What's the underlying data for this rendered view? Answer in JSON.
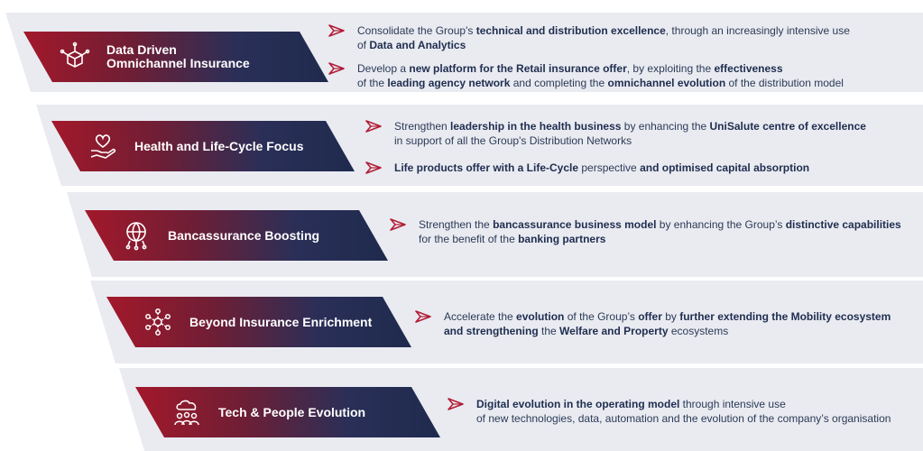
{
  "rows": [
    {
      "title_line1": "Data Driven",
      "title_line2": "Omnichannel Insurance",
      "icon": "cube-network-icon",
      "bullets": [
        {
          "segments": [
            {
              "t": "Consolidate the Group's "
            },
            {
              "t": "technical and distribution excellence",
              "b": true
            },
            {
              "t": ", through an increasingly intensive use"
            },
            {
              "br": true
            },
            {
              "t": "of "
            },
            {
              "t": "Data and Analytics",
              "b": true
            }
          ]
        },
        {
          "segments": [
            {
              "t": "Develop a "
            },
            {
              "t": "new platform for the Retail insurance offer",
              "b": true
            },
            {
              "t": ", by exploiting the "
            },
            {
              "t": "effectiveness",
              "b": true
            },
            {
              "br": true
            },
            {
              "t": "of the "
            },
            {
              "t": "leading agency network",
              "b": true
            },
            {
              "t": " and completing the "
            },
            {
              "t": "omnichannel evolution",
              "b": true
            },
            {
              "t": " of the distribution model"
            }
          ]
        }
      ]
    },
    {
      "title_line1": "Health and Life-Cycle Focus",
      "icon": "heart-hand-icon",
      "bullets": [
        {
          "segments": [
            {
              "t": "Strengthen "
            },
            {
              "t": "leadership in the health business",
              "b": true
            },
            {
              "t": " by enhancing the "
            },
            {
              "t": "UniSalute centre of excellence",
              "b": true
            },
            {
              "br": true
            },
            {
              "t": "in support of all the Group's Distribution Networks"
            }
          ]
        },
        {
          "segments": [
            {
              "t": "Life products offer with a Life-Cycle",
              "b": true
            },
            {
              "t": " perspective "
            },
            {
              "t": "and optimised capital absorption",
              "b": true
            }
          ]
        }
      ]
    },
    {
      "title_line1": "Bancassurance Boosting",
      "icon": "globe-network-icon",
      "bullets": [
        {
          "segments": [
            {
              "t": "Strengthen the "
            },
            {
              "t": "bancassurance business model",
              "b": true
            },
            {
              "t": " by enhancing the Group’s "
            },
            {
              "t": "distinctive capabilities",
              "b": true
            },
            {
              "br": true
            },
            {
              "t": "for the benefit of the "
            },
            {
              "t": "banking partners",
              "b": true
            }
          ]
        }
      ]
    },
    {
      "title_line1": "Beyond Insurance Enrichment",
      "icon": "ecosystem-nodes-icon",
      "bullets": [
        {
          "segments": [
            {
              "t": "Accelerate the "
            },
            {
              "t": "evolution",
              "b": true
            },
            {
              "t": " of the Group’s "
            },
            {
              "t": "offer",
              "b": true
            },
            {
              "t": " by "
            },
            {
              "t": "further extending the Mobility ecosystem",
              "b": true
            },
            {
              "br": true
            },
            {
              "t": "and strengthening",
              "b": true
            },
            {
              "t": " the "
            },
            {
              "t": "Welfare and Property",
              "b": true
            },
            {
              "t": " ecosystems"
            }
          ]
        }
      ]
    },
    {
      "title_line1": "Tech & People Evolution",
      "icon": "cloud-people-icon",
      "bullets": [
        {
          "segments": [
            {
              "t": "Digital evolution in the operating model",
              "b": true
            },
            {
              "t": " through intensive use"
            },
            {
              "br": true
            },
            {
              "t": "of new technologies, data, automation and the evolution of the company’s organisation"
            }
          ]
        }
      ]
    }
  ]
}
